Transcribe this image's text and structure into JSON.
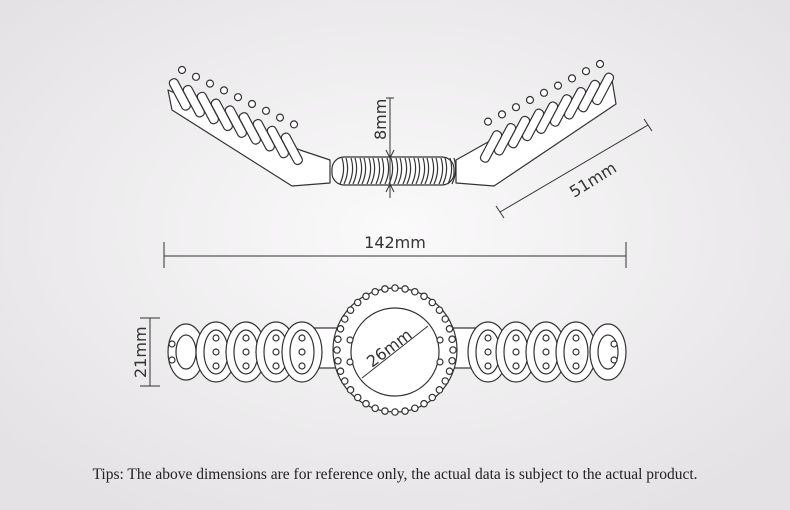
{
  "dimensions": {
    "height": "8mm",
    "arm_length": "51mm",
    "total_length": "142mm",
    "width": "21mm",
    "ring_diameter": "26mm"
  },
  "tips": "Tips: The above dimensions are for reference only, the actual data is subject to the actual product.",
  "colors": {
    "background": "#f0eef0",
    "line": "#333333",
    "fill": "#ffffff"
  }
}
